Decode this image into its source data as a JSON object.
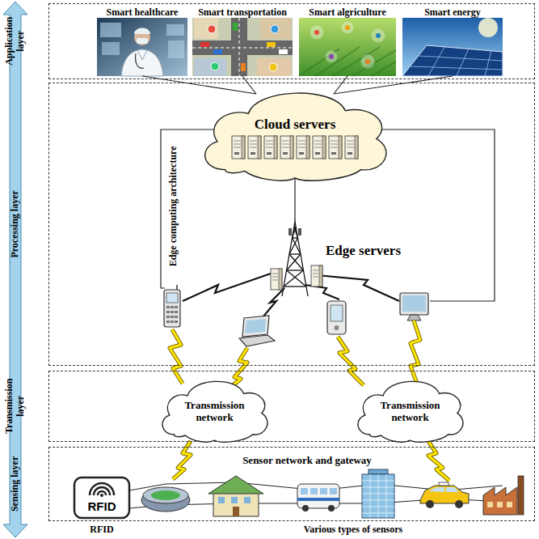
{
  "diagram": {
    "nodes": [
      {
        "text": [
          "Application layer"
        ]
      },
      {
        "text": [
          "Smart healthcare"
        ],
        "in": 0
      },
      {
        "text": [
          "Smart transportation"
        ],
        "in": 0
      },
      {
        "text": [
          "Smart algriculture"
        ],
        "in": 0
      },
      {
        "text": [
          "Smart energy"
        ],
        "in": 0
      },
      {
        "text": [
          "Processing layer"
        ]
      },
      {
        "text": [
          "Cloud servers"
        ],
        "in": 5
      },
      {
        "text": [
          "Edge servers"
        ],
        "in": 5
      },
      {
        "text": [
          "Transmission layer"
        ]
      },
      {
        "text": [
          "Transmission network"
        ],
        "in": 8
      },
      {
        "text": [
          "Transmission network"
        ],
        "in": 8
      },
      {
        "text": [
          "Sensing layer"
        ]
      }
    ],
    "edges": [
      {
        "from": 6,
        "to": 1,
        "arrow": "none"
      },
      {
        "from": 6,
        "to": 2,
        "arrow": "none"
      },
      {
        "from": 6,
        "to": 3,
        "arrow": "none"
      },
      {
        "from": 6,
        "to": 4,
        "arrow": "none"
      },
      {
        "from": 7,
        "to": 6,
        "arrow": "none"
      }
    ],
    "labels": [
      "Edge computing architecture",
      "Sensor network and gateway",
      "RFID",
      "RFID",
      "Various types of sensors"
    ]
  }
}
